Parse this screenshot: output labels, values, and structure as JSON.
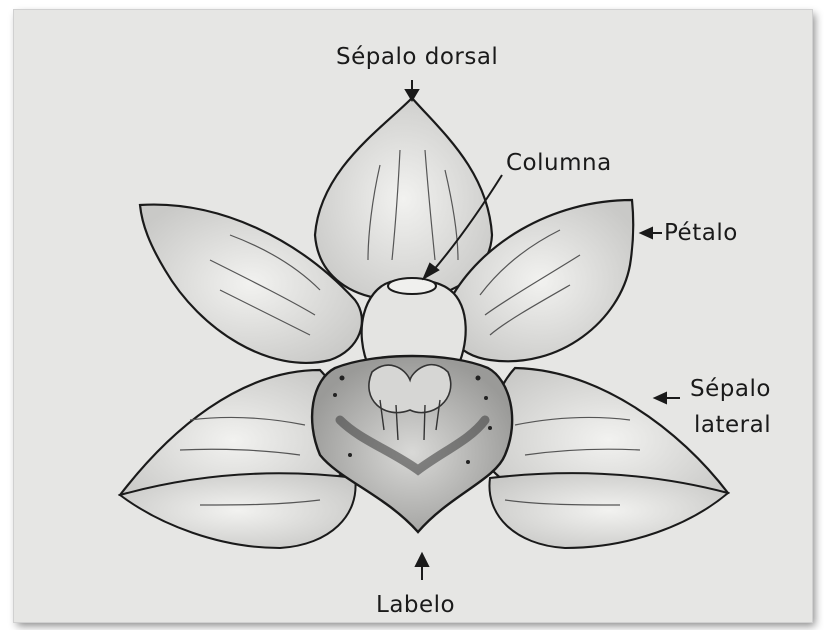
{
  "labels": {
    "dorsal_sepal": "Sépalo dorsal",
    "column": "Columna",
    "petal": "Pétalo",
    "lateral_sepal_line1": "Sépalo",
    "lateral_sepal_line2": "lateral",
    "lip": "Labelo"
  },
  "colors": {
    "paper": "#e6e6e4",
    "ink": "#1a1a1a",
    "shading": "#555555"
  }
}
